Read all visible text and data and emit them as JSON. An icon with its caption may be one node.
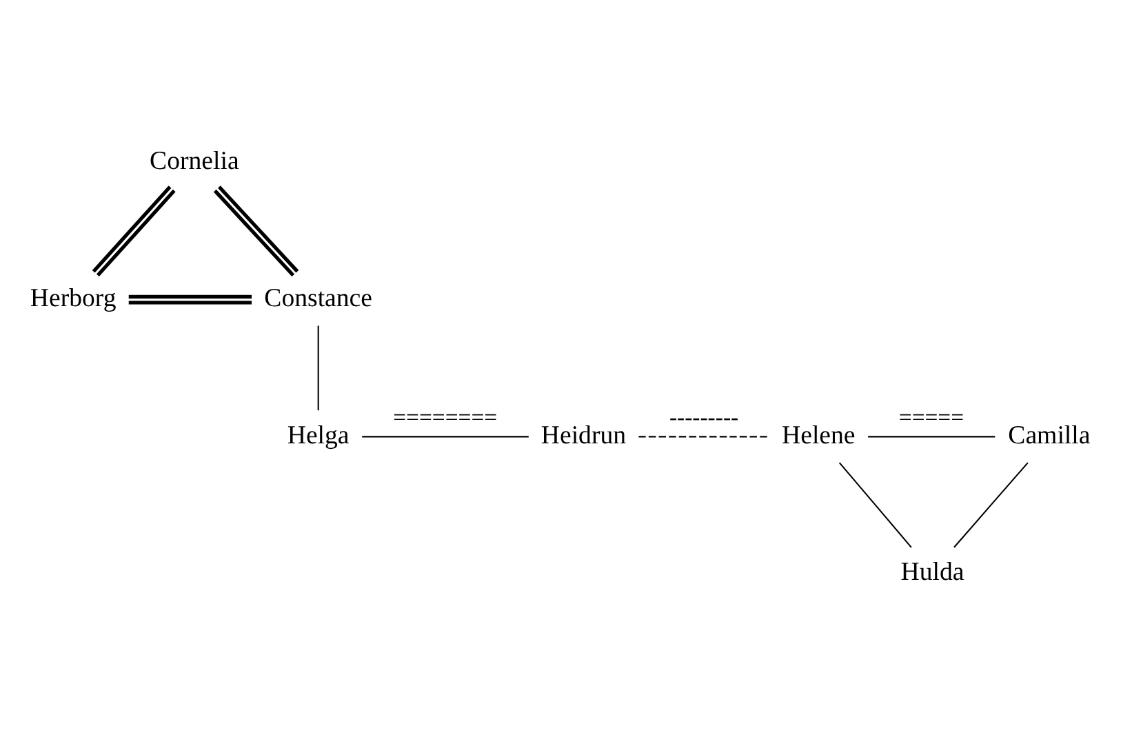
{
  "diagram": {
    "nodes": [
      {
        "text": [
          "Cornelia"
        ]
      },
      {
        "text": [
          "Herborg"
        ]
      },
      {
        "text": [
          "Constance"
        ]
      },
      {
        "text": [
          "Helga"
        ]
      },
      {
        "text": [
          "Heidrun"
        ]
      },
      {
        "text": [
          "Helene"
        ]
      },
      {
        "text": [
          "Camilla"
        ]
      },
      {
        "text": [
          "Hulda"
        ]
      }
    ],
    "edges": [
      {
        "from": 0,
        "to": 1,
        "arrow": "none",
        "style": "thick"
      },
      {
        "from": 0,
        "to": 2,
        "arrow": "none",
        "style": "thick"
      },
      {
        "from": 1,
        "to": 2,
        "arrow": "none",
        "style": "thick"
      },
      {
        "from": 2,
        "to": 3,
        "arrow": "none"
      },
      {
        "from": 3,
        "to": 4,
        "arrow": "none",
        "label": "========"
      },
      {
        "from": 4,
        "to": 5,
        "arrow": "none",
        "label": "---------",
        "style": "dashed"
      },
      {
        "from": 5,
        "to": 6,
        "arrow": "none",
        "label": "====="
      },
      {
        "from": 5,
        "to": 7,
        "arrow": "none"
      },
      {
        "from": 6,
        "to": 7,
        "arrow": "none"
      }
    ]
  }
}
